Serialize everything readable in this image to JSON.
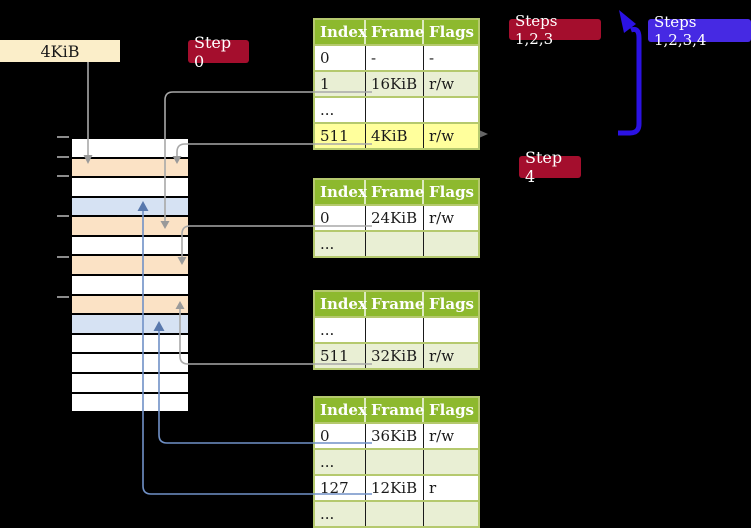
{
  "labels": {
    "page_size_box": "4KiB",
    "step0_badge": "Step 0",
    "steps123_badge": "Steps 1,2,3",
    "steps1234_badge": "Steps 1,2,3,4",
    "step4_badge": "Step 4"
  },
  "colors": {
    "background": "#000000",
    "badge_red": "#a40e2d",
    "badge_blue": "#4629e3",
    "arrow_blue": "#2b12e3",
    "table_header_green": "#8db92e",
    "table_border": "#b5c96e",
    "table_row_shade": "#e9efd4",
    "highlight_yellow": "#ffff9c",
    "memory_orange": "#fbe2c5",
    "memory_blue": "#d6e2f3",
    "connector_gray": "#a8a8a8",
    "connector_blue": "#7091c7",
    "box_beige": "#fbeec9"
  },
  "memory_map": {
    "rows": [
      "white",
      "orange",
      "white",
      "blue",
      "orange",
      "white",
      "orange",
      "white",
      "orange",
      "blue",
      "white",
      "white",
      "white",
      "white"
    ]
  },
  "page_tables": [
    {
      "name": "page-table-top",
      "headers": [
        "Index",
        "Frame",
        "Flags"
      ],
      "rows": [
        {
          "cells": [
            "0",
            "-",
            "-"
          ],
          "shade": false,
          "highlight": false
        },
        {
          "cells": [
            "1",
            "16KiB",
            "r/w"
          ],
          "shade": true,
          "highlight": false
        },
        {
          "cells": [
            "...",
            "",
            ""
          ],
          "shade": false,
          "highlight": false
        },
        {
          "cells": [
            "511",
            "4KiB",
            "r/w"
          ],
          "shade": true,
          "highlight": true
        }
      ]
    },
    {
      "name": "page-table-second",
      "headers": [
        "Index",
        "Frame",
        "Flags"
      ],
      "rows": [
        {
          "cells": [
            "0",
            "24KiB",
            "r/w"
          ],
          "shade": false,
          "highlight": false
        },
        {
          "cells": [
            "...",
            "",
            ""
          ],
          "shade": true,
          "highlight": false
        }
      ]
    },
    {
      "name": "page-table-third",
      "headers": [
        "Index",
        "Frame",
        "Flags"
      ],
      "rows": [
        {
          "cells": [
            "...",
            "",
            ""
          ],
          "shade": false,
          "highlight": false
        },
        {
          "cells": [
            "511",
            "32KiB",
            "r/w"
          ],
          "shade": true,
          "highlight": false
        }
      ]
    },
    {
      "name": "page-table-bottom",
      "headers": [
        "Index",
        "Frame",
        "Flags"
      ],
      "rows": [
        {
          "cells": [
            "0",
            "36KiB",
            "r/w"
          ],
          "shade": false,
          "highlight": false
        },
        {
          "cells": [
            "...",
            "",
            ""
          ],
          "shade": true,
          "highlight": false
        },
        {
          "cells": [
            "127",
            "12KiB",
            "r"
          ],
          "shade": false,
          "highlight": false
        },
        {
          "cells": [
            "...",
            "",
            ""
          ],
          "shade": true,
          "highlight": false
        }
      ]
    }
  ]
}
